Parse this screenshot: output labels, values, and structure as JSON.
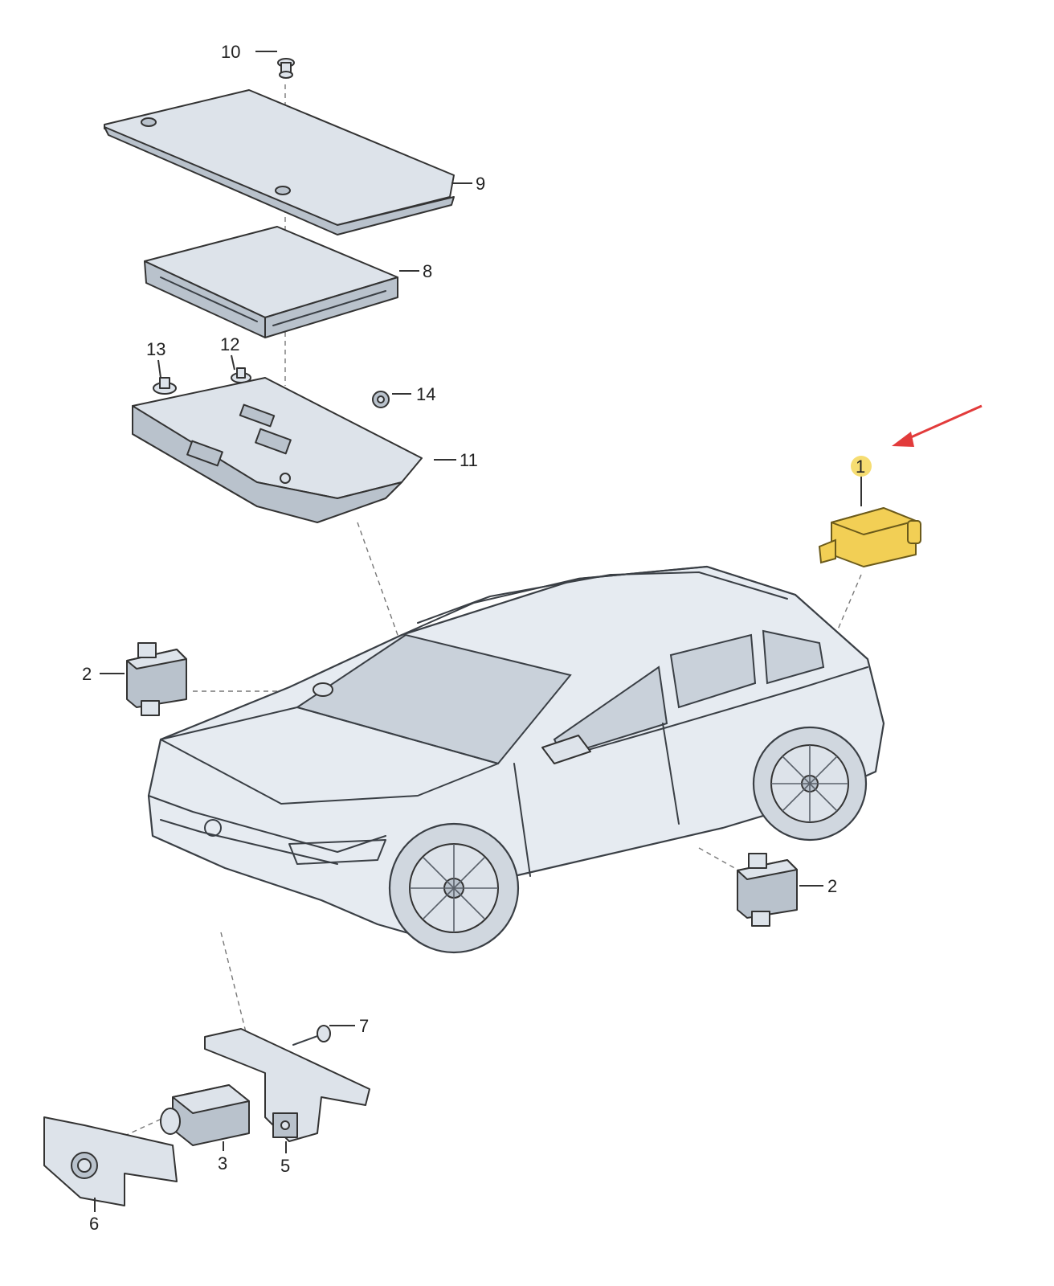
{
  "callouts": {
    "c1": "1",
    "c2a": "2",
    "c2b": "2",
    "c3": "3",
    "c5": "5",
    "c6": "6",
    "c7": "7",
    "c8": "8",
    "c9": "9",
    "c10": "10",
    "c11": "11",
    "c12": "12",
    "c13": "13",
    "c14": "14"
  },
  "colors": {
    "highlight_part": "#f2cf55",
    "highlight_badge": "#f6dd72",
    "pointer_arrow": "#e23b3b"
  }
}
